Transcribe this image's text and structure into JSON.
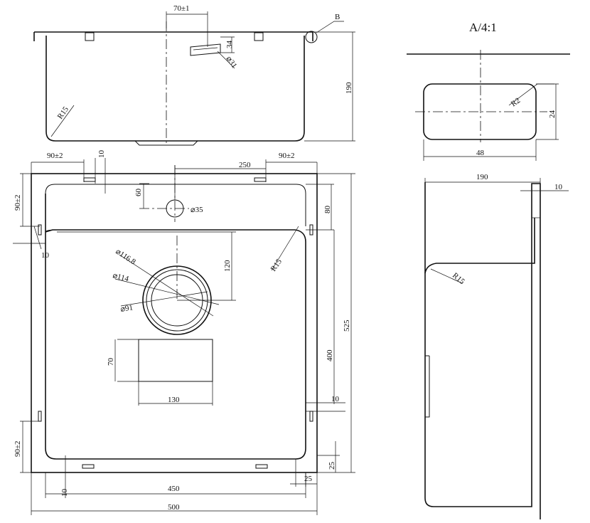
{
  "drawing": {
    "detail_title": "A/4:1",
    "callout_b": "B",
    "labels": {
      "top_pitch": "70±1",
      "top_34": "34",
      "top_o31": "⌀31",
      "top_r15": "R15",
      "top_190": "190",
      "front_90_left": "90±2",
      "front_10_top": "10",
      "front_250": "250",
      "front_90_right": "90±2",
      "side_90_top": "90±2",
      "front_60": "60",
      "front_o35": "⌀35",
      "front_80": "80",
      "front_10_left": "10",
      "front_r15": "R15",
      "front_120": "120",
      "front_o116": "⌀116.8",
      "front_o114": "⌀114",
      "front_o91": "⌀91",
      "front_525": "525",
      "front_70": "70",
      "front_400": "400",
      "front_130": "130",
      "front_10_right": "10",
      "side_90_bottom": "90±2",
      "front_25_right": "25",
      "front_25_bottom": "25",
      "front_10_bottom": "10",
      "front_450": "450",
      "front_500": "500",
      "detail_r2": "R2",
      "detail_24": "24",
      "detail_48": "48",
      "side_190": "190",
      "side_10": "10",
      "side_r15": "R15"
    }
  }
}
